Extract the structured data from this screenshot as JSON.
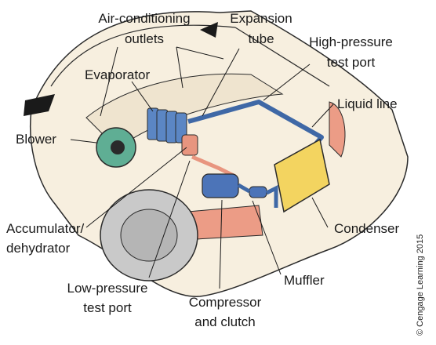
{
  "labels": {
    "ac_outlets_line1": "Air-conditioning",
    "ac_outlets_line2": "outlets",
    "expansion_tube_line1": "Expansion",
    "expansion_tube_line2": "tube",
    "high_pressure_line1": "High-pressure",
    "high_pressure_line2": "test port",
    "evaporator": "Evaporator",
    "liquid_line": "Liquid line",
    "blower": "Blower",
    "accumulator_line1": "Accumulator/",
    "accumulator_line2": "dehydrator",
    "condenser": "Condenser",
    "muffler": "Muffler",
    "low_pressure_line1": "Low-pressure",
    "low_pressure_line2": "test port",
    "compressor_line1": "Compressor",
    "compressor_line2": "and clutch"
  },
  "copyright": "© Cengage Learning 2015",
  "colors": {
    "body": "#f7efdf",
    "outline": "#2a2a2a",
    "evaporator": "#5b86c4",
    "tubing": "#3f68a6",
    "accumulator": "#e8957f",
    "condenser": "#f3d460",
    "blower": "#5fae94",
    "tire": "#c9c9c9",
    "panel": "#ec9c86"
  }
}
